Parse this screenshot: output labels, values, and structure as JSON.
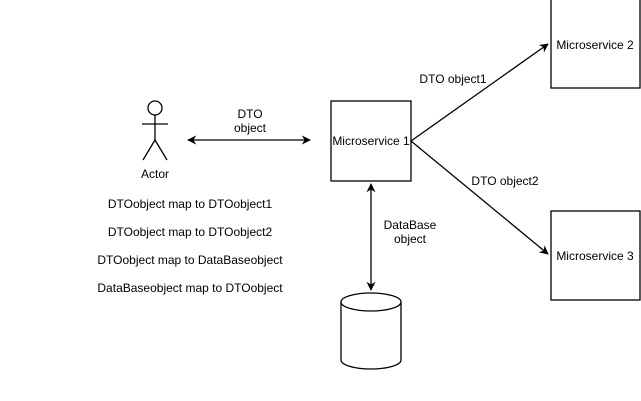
{
  "diagram": {
    "actor": {
      "label": "Actor"
    },
    "nodes": {
      "ms1": {
        "label": "Microservice 1"
      },
      "ms2": {
        "label": "Microservice 2"
      },
      "ms3": {
        "label": "Microservice 3"
      },
      "database": {
        "icon": "database-cylinder-icon"
      }
    },
    "edges": {
      "actor_ms1": {
        "label_line1": "DTO",
        "label_line2": "object"
      },
      "ms1_ms2": {
        "label": "DTO object1"
      },
      "ms1_ms3": {
        "label": "DTO object2"
      },
      "ms1_db": {
        "label_line1": "DataBase",
        "label_line2": "object"
      }
    },
    "notes": [
      "DTOobject map to DTOobject1",
      "DTOobject map to DTOobject2",
      "DTOobject map to DataBaseobject",
      "DataBaseobject map to DTOobject"
    ],
    "colors": {
      "stroke": "#000000",
      "fill": "#ffffff",
      "text": "#000000"
    }
  }
}
